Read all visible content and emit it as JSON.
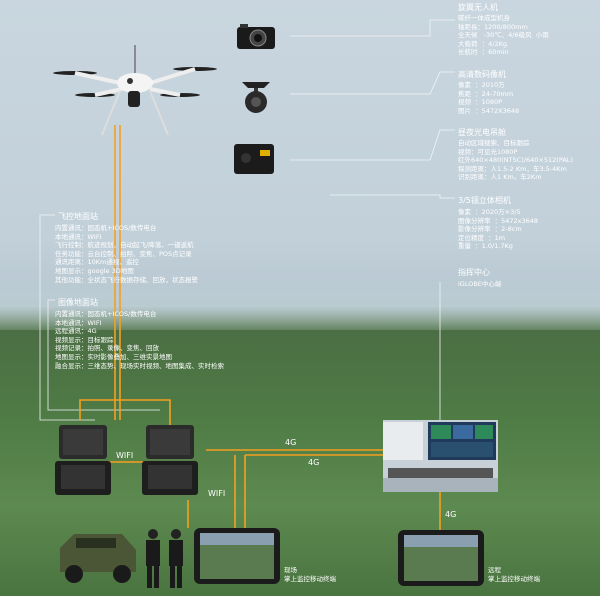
{
  "uav": {
    "title": "旋翼无人机",
    "lines": [
      "碳纤一体成型机身",
      "轴距長：1200/800mm",
      "全天候   -30℃、4/6级风  小雨",
      "大载荷  ：4/2Kg",
      "长航时  ：60min"
    ]
  },
  "camera": {
    "title": "高清数码像机",
    "lines": [
      "像素  ：2010万",
      "焦距  ：24-70mm",
      "视频  ：1080P",
      "图片  ：5472X3648"
    ]
  },
  "ir": {
    "title": "昼夜光电吊舱",
    "lines": [
      "自动区域搜索、目标跟踪",
      "视频：可见光1080P",
      "红外640×480(NTSC)/640×512(PAL)",
      "探测距离：人1.5-2 Km，车3.5-4Km",
      "识别距离：人1 Km，车2Km"
    ]
  },
  "oblique": {
    "title": "3/5镜立体相机",
    "lines": [
      "像素  ：2020万×3/5",
      "图像分辨率  ：5472x3648",
      "影像分辨率  ：2-8cm",
      "定位精度  ：1m",
      "重量  ：1.0/1.7Kg"
    ]
  },
  "command": {
    "title": "指挥中心",
    "lines": [
      "iGLOBE中心端"
    ]
  },
  "gcs1": {
    "title": "飞控地面站",
    "lines": [
      "内置通讯：固态机+ICOS/数传电台",
      "本地通讯：WIFI",
      "飞行控制：航迹规划、自动起飞/降落、一键返航",
      "任务功能：云台控制、拍照、变焦、POS点记录",
      "通讯距离：10Km通视、遥控",
      "地图显示：google 3D地图",
      "其他功能：全状态飞行数据存储、回放，状态报警"
    ]
  },
  "gcs2": {
    "title": "图像地面站",
    "lines": [
      "内置通讯：固态机+ICOS/数传电台",
      "本地通讯：WIFI",
      "远程通讯：4G",
      "视频显示：目标跟踪",
      "视频记录：拍照、录像、变焦、回放",
      "地图显示：实时影像叠加、三维实景地图",
      "融合显示：三维态势、现场实时视频、地图集成、实时检索"
    ]
  },
  "links": {
    "wifi1": "WIFI",
    "wifi2": "WIFI",
    "g4a": "4G",
    "g4b": "4G",
    "g4c": "4G"
  },
  "tablet1": {
    "l1": "现场",
    "l2": "掌上监控移动终端"
  },
  "tablet2": {
    "l1": "远程",
    "l2": "掌上监控移动终端"
  },
  "colors": {
    "orange": "#f5a020",
    "line": "#e8eef2"
  }
}
